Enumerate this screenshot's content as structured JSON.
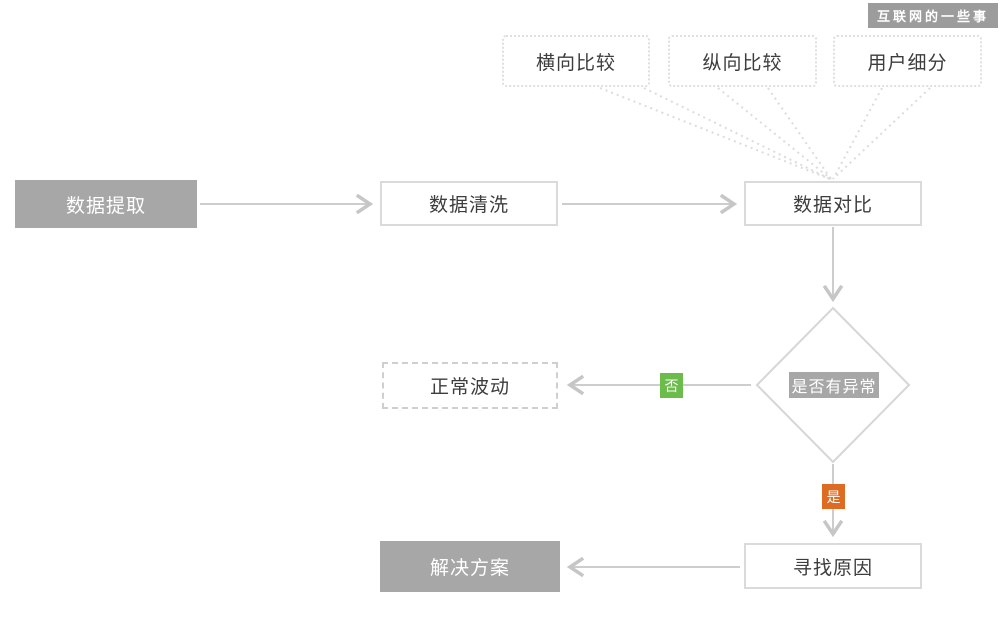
{
  "badge": {
    "label": "互联网的一些事"
  },
  "bubbles": [
    {
      "label": "横向比较"
    },
    {
      "label": "纵向比较"
    },
    {
      "label": "用户细分"
    }
  ],
  "nodes": {
    "extract": {
      "label": "数据提取"
    },
    "clean": {
      "label": "数据清洗"
    },
    "compare": {
      "label": "数据对比"
    },
    "decision": {
      "label": "是否有异常"
    },
    "normal": {
      "label": "正常波动"
    },
    "find_cause": {
      "label": "寻找原因"
    },
    "solution": {
      "label": "解决方案"
    }
  },
  "edges": {
    "no_label": "否",
    "yes_label": "是"
  },
  "colors": {
    "filled_box_gray": "#a7a7a7",
    "outline_border": "#dadada",
    "arrow_gray": "#c6c6c6",
    "dotted_funnel_gray": "#dcdcdc",
    "no_green": "#6bbc4a",
    "yes_orange": "#dd6b21",
    "badge_bg": "#9c9c9c",
    "text_dark": "#3d3d3d"
  }
}
